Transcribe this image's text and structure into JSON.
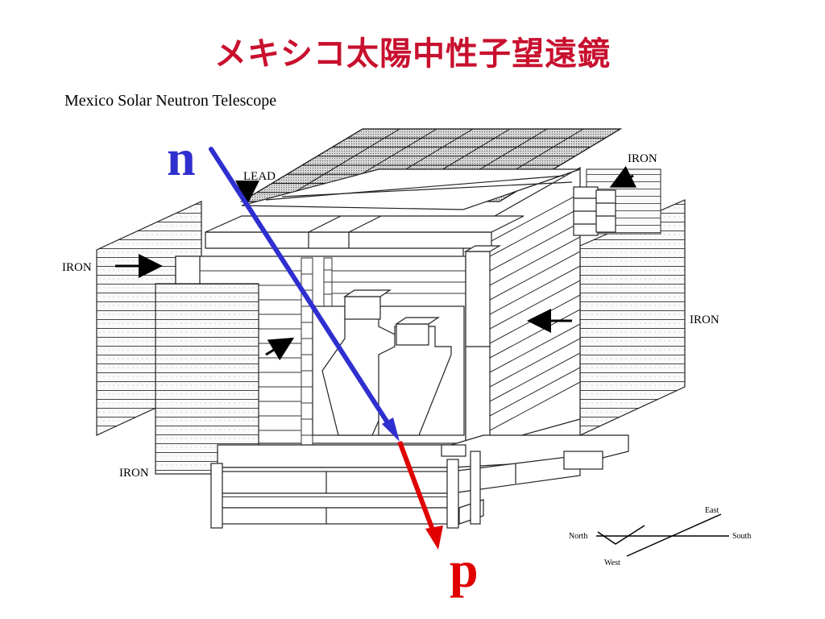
{
  "title": "メキシコ太陽中性子望遠鏡",
  "subtitle": "Mexico Solar Neutron Telescope",
  "labels": {
    "lead": "LEAD",
    "iron_top_right": "IRON",
    "iron_left": "IRON",
    "iron_right": "IRON",
    "iron_bottom_left": "IRON"
  },
  "particles": {
    "neutron": "n",
    "proton": "p"
  },
  "compass": {
    "north": "North",
    "south": "South",
    "east": "East",
    "west": "West"
  },
  "colors": {
    "title": "#c8102e",
    "neutron_track": "#2f2fd0",
    "proton_track": "#e00000"
  }
}
